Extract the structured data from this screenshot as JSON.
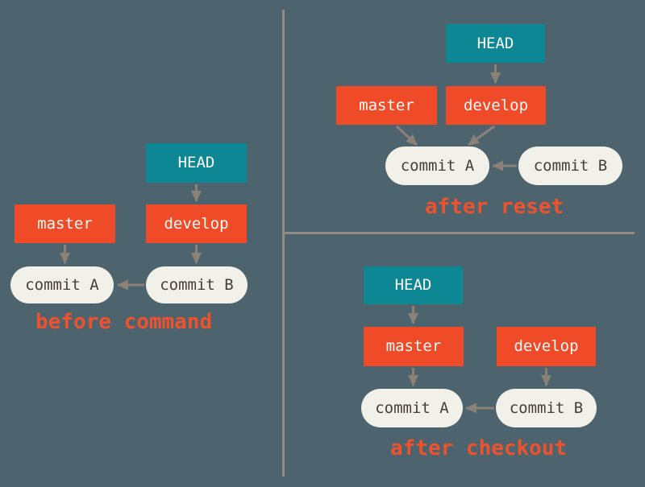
{
  "colors": {
    "background": "#4d646e",
    "teal": "#0e8794",
    "orange": "#f04b28",
    "label": "#f0512d",
    "pill_bg": "#f2f1e9",
    "pill_text": "#453e38",
    "box_text": "#fbfaf6",
    "arrow": "#8b8177",
    "divider": "#938a82"
  },
  "panels": [
    {
      "label": "before command",
      "nodes": {
        "head": "HEAD",
        "master": "master",
        "develop": "develop",
        "commit_a": "commit A",
        "commit_b": "commit B"
      }
    },
    {
      "label": "after reset",
      "nodes": {
        "head": "HEAD",
        "master": "master",
        "develop": "develop",
        "commit_a": "commit A",
        "commit_b": "commit B"
      }
    },
    {
      "label": "after checkout",
      "nodes": {
        "head": "HEAD",
        "master": "master",
        "develop": "develop",
        "commit_a": "commit A",
        "commit_b": "commit B"
      }
    }
  ]
}
